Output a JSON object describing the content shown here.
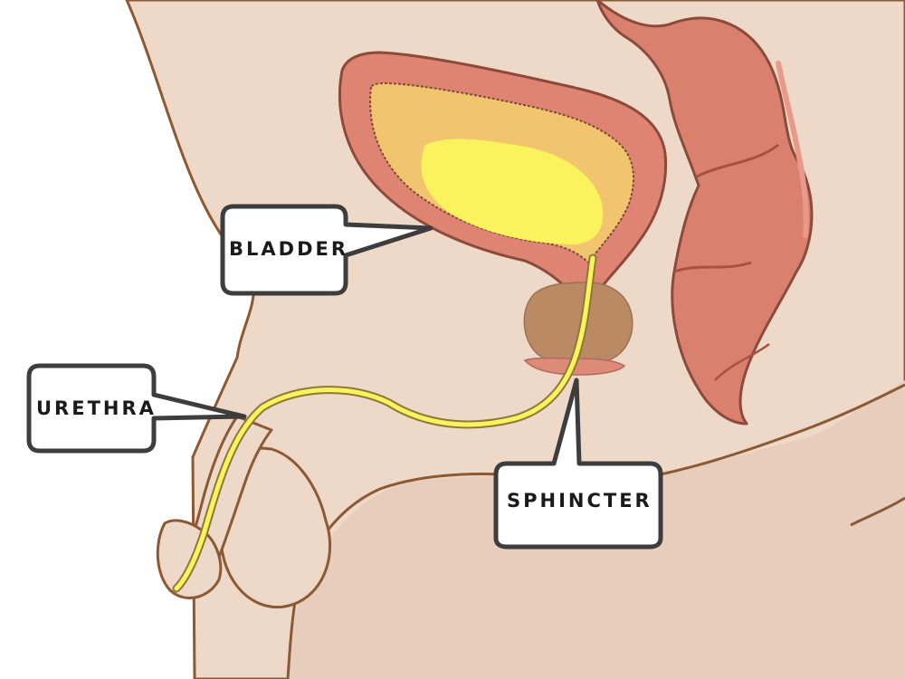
{
  "labels": {
    "bladder": "BLADDER",
    "urethra": "URETHRA",
    "sphincter": "SPHINCTER"
  },
  "colors": {
    "background": "#ffffff",
    "skin": "#eed8c8",
    "skin_lower": "#e4c6b2",
    "outline": "#8b5a34",
    "bladder_wall": "#df8472",
    "bladder_outer_line": "#8b4a3a",
    "bladder_inner": "#f2c46e",
    "urine": "#fbf35d",
    "prostate": "#b98a63",
    "sphincter": "#dd8a7a",
    "colon": "#d9806f",
    "colon_dark": "#a9513f",
    "callout_border": "#3d3d3d",
    "callout_fill": "#ffffff"
  }
}
